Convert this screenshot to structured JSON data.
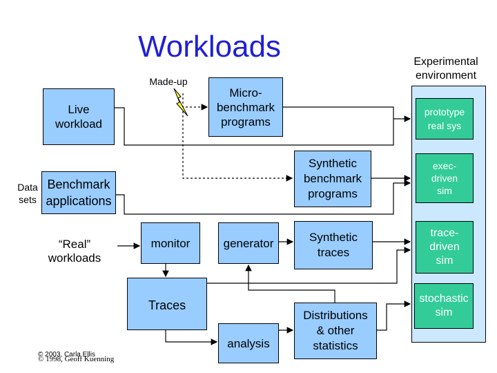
{
  "title": "Workloads",
  "labels": {
    "made_up": "Made-up",
    "experimental": "Experimental\nenvironment",
    "data_sets": "Data\nsets",
    "real_workloads": "“Real”\nworkloads",
    "copyright_1": "© 2003, Carla Ellis",
    "copyright_2": "© 1998, Geoff Kuenning"
  },
  "boxes": {
    "live_workload": "Live\nworkload",
    "micro_benchmark": "Micro-\nbenchmark\nprograms",
    "benchmark_apps": "Benchmark\napplications",
    "synthetic_benchmark": "Synthetic\nbenchmark\nprograms",
    "monitor": "monitor",
    "generator": "generator",
    "synthetic_traces": "Synthetic\ntraces",
    "traces": "Traces",
    "analysis": "analysis",
    "distributions": "Distributions\n& other\nstatistics"
  },
  "env": {
    "prototype": "prototype\nreal sys",
    "exec_driven": "exec-\ndriven\nsim",
    "trace_driven": "trace-\ndriven\nsim",
    "stochastic": "stochastic\nsim"
  },
  "colors": {
    "box_fill": "#99ccff",
    "env_fill": "#33cc99",
    "panel_fill": "#cce8ff",
    "title": "#1f1fd6",
    "lightning": "#ffff33"
  }
}
